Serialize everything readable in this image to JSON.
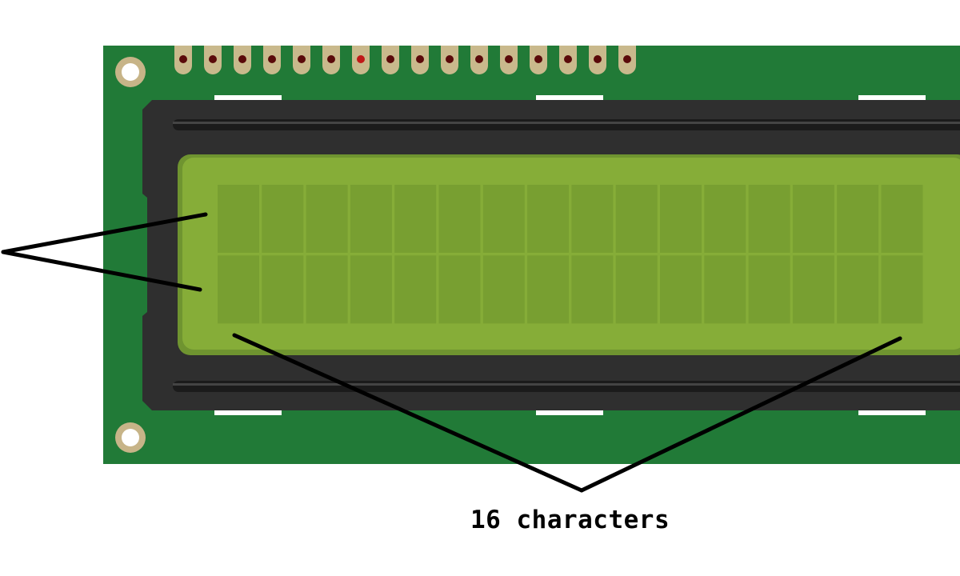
{
  "annotation": {
    "characters_label": "16 characters"
  },
  "lcd": {
    "rows": 2,
    "columns": 16,
    "pins": 16,
    "highlighted_pin": 7
  },
  "colors": {
    "pcb": "#217a37",
    "pcb_dark": "#1a6a2e",
    "bezel": "#2f2f2f",
    "bezel_dark": "#1b1b1b",
    "screen": "#86ad38",
    "screen_edge": "#6f9430",
    "cell": "#789f31",
    "cell_gap": "#86ad38",
    "pad": "#c9b98c",
    "pad_hole": "#5a0a0a",
    "pad_hole_highlight": "#c01818",
    "mount_ring": "#c7b488",
    "silk": "#ffffff",
    "pointer": "#000000"
  }
}
